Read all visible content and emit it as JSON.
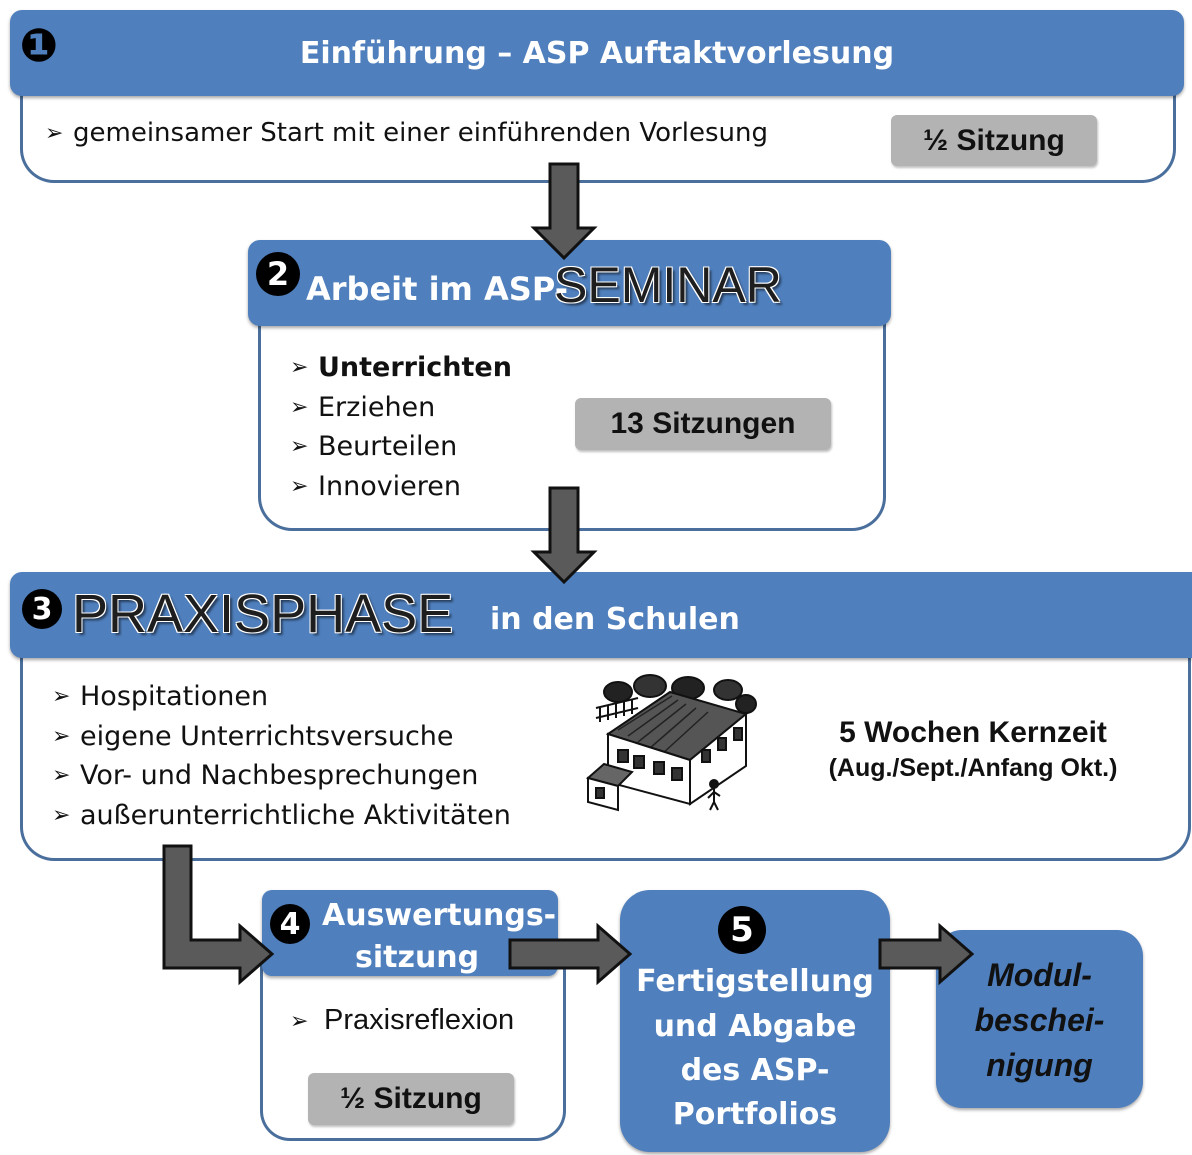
{
  "step1": {
    "number": "❶",
    "title": "Einführung – ASP Auftaktvorlesung",
    "bullets": [
      "gemeinsamer Start mit einer einführenden Vorlesung"
    ],
    "badge": "½ Sitzung"
  },
  "step2": {
    "number": "2",
    "title_prefix": "Arbeit im ASP-",
    "title_big": "SEMINAR",
    "bullets": [
      "Unterrichten",
      "Erziehen",
      "Beurteilen",
      "Innovieren"
    ],
    "badge": "13 Sitzungen"
  },
  "step3": {
    "number": "3",
    "title_big": "PRAXISPHASE",
    "title_suffix": "in den Schulen",
    "bullets": [
      "Hospitationen",
      "eigene Unterrichtsversuche",
      "Vor- und Nachbesprechungen",
      "außerunterrichtliche Aktivitäten"
    ],
    "duration": "5 Wochen Kernzeit",
    "period": "(Aug./Sept./Anfang Okt.)"
  },
  "step4": {
    "number": "4",
    "title_line1": "Auswertungs-",
    "title_line2": "sitzung",
    "bullets": [
      "Praxisreflexion"
    ],
    "badge": "½ Sitzung"
  },
  "step5": {
    "number": "5",
    "lines": [
      "Fertigstellung",
      "und Abgabe",
      "des ASP-",
      "Portfolios"
    ]
  },
  "final": {
    "lines": [
      "Modul-",
      "beschei-",
      "nigung"
    ]
  },
  "bullet_glyph": "➢",
  "colors": {
    "header_blue": "#4f7fbd",
    "border_blue": "#4a6f9c",
    "badge_gray": "#b3b3b3",
    "arrow_gray": "#5a5a5a"
  },
  "icons": [
    "school-house-illustration",
    "down-arrow",
    "right-arrow"
  ]
}
